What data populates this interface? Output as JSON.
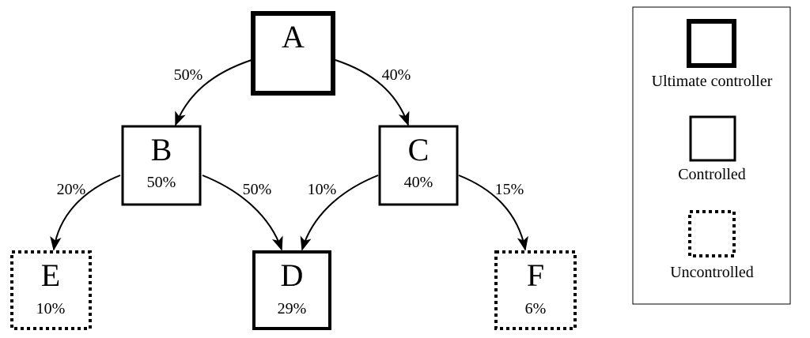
{
  "nodes": [
    {
      "id": "A",
      "letter": "A",
      "pct": "",
      "kind": "ultimate"
    },
    {
      "id": "B",
      "letter": "B",
      "pct": "50%",
      "kind": "controlled"
    },
    {
      "id": "C",
      "letter": "C",
      "pct": "40%",
      "kind": "controlled"
    },
    {
      "id": "D",
      "letter": "D",
      "pct": "29%",
      "kind": "controlled"
    },
    {
      "id": "E",
      "letter": "E",
      "pct": "10%",
      "kind": "uncontrolled"
    },
    {
      "id": "F",
      "letter": "F",
      "pct": "6%",
      "kind": "uncontrolled"
    }
  ],
  "edges": [
    {
      "from": "A",
      "to": "B",
      "label": "50%"
    },
    {
      "from": "A",
      "to": "C",
      "label": "40%"
    },
    {
      "from": "B",
      "to": "E",
      "label": "20%"
    },
    {
      "from": "B",
      "to": "D",
      "label": "50%"
    },
    {
      "from": "C",
      "to": "D",
      "label": "10%"
    },
    {
      "from": "C",
      "to": "F",
      "label": "15%"
    }
  ],
  "legend": {
    "ultimate": "Ultimate controller",
    "controlled": "Controlled",
    "uncontrolled": "Uncontrolled"
  }
}
